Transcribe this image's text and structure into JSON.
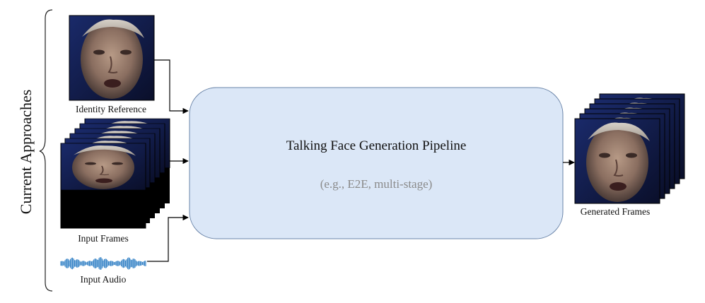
{
  "side_label": "Current Approaches",
  "pipeline": {
    "title": "Talking Face Generation Pipeline",
    "subtitle": "(e.g., E2E, multi-stage)"
  },
  "inputs": {
    "identity_reference": "Identity Reference",
    "input_frames": "Input Frames",
    "input_audio": "Input Audio"
  },
  "output": {
    "generated_frames": "Generated Frames"
  },
  "colors": {
    "pipeline_fill": "#dbe7f7",
    "pipeline_stroke": "#6a84a8",
    "subtitle_text": "#8a8a8a",
    "waveform": "#3a86c8",
    "frame_dark": "#000000"
  }
}
